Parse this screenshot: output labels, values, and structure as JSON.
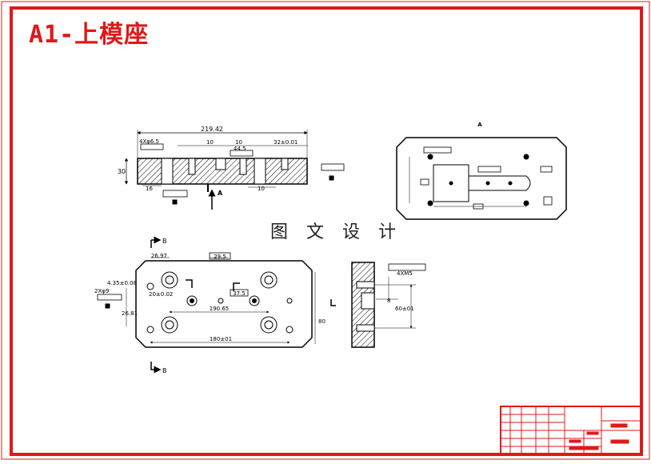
{
  "sheet": {
    "title": "A1-上模座",
    "watermark": "图 文 设 计"
  },
  "front_view": {
    "overall_width": "219.42",
    "height": "30",
    "hole_callout": "4Xφ6.5",
    "dim_10_a": "10",
    "dim_10_b": "10",
    "dim_44_5": "44.5",
    "dim_32": "32±0.01",
    "dim_16": "16",
    "dim_10_c": "10",
    "view_arrow": "A"
  },
  "view_a": {
    "label": "A"
  },
  "top_view": {
    "dim_26_97": "26.97",
    "dim_29_5": "29.5",
    "dim_4_35": "4.35±0.08",
    "dim_2x_phi9": "2Xφ9",
    "dim_20": "20±0.02",
    "dim_26_81": "26.81",
    "dim_37_5": "37.5",
    "dim_190_65": "190.65",
    "dim_180": "180±01",
    "dim_80": "80",
    "section_mark_top": "B",
    "section_mark_bottom": "B"
  },
  "section_view": {
    "callout": "4XM5",
    "dim_8": "8",
    "dim_60": "60±01"
  }
}
